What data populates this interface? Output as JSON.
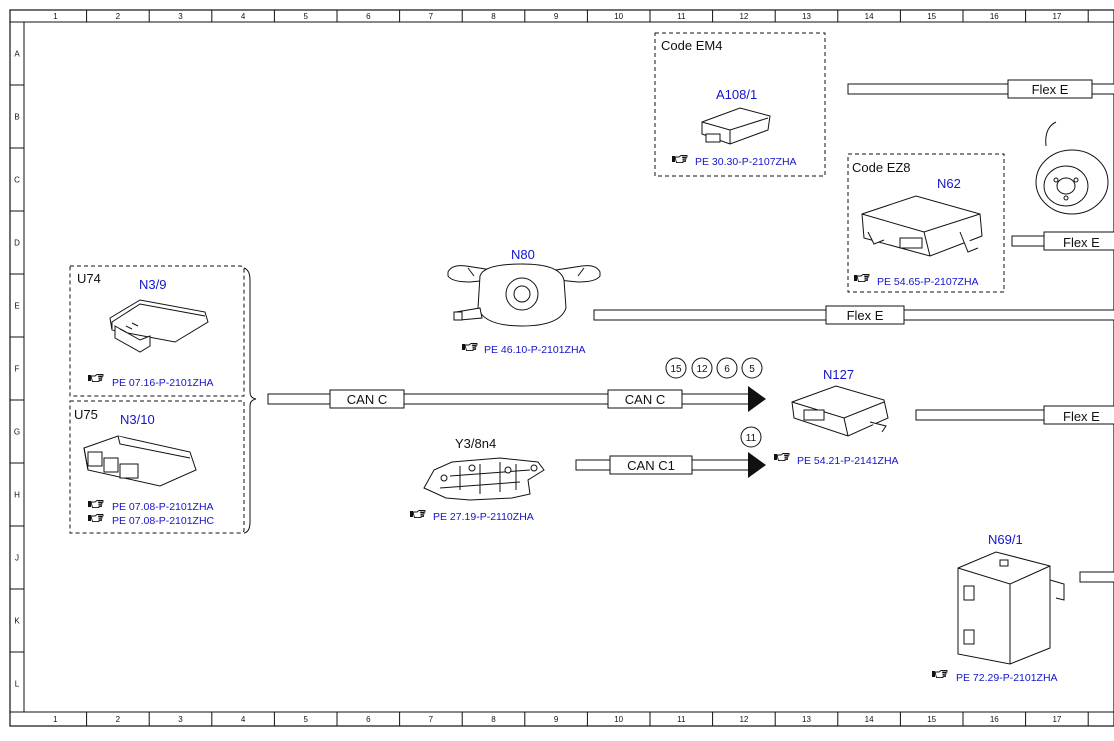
{
  "grid": {
    "columns": [
      "1",
      "2",
      "3",
      "4",
      "5",
      "6",
      "7",
      "8",
      "9",
      "10",
      "11",
      "12",
      "13",
      "14",
      "15",
      "16",
      "17"
    ],
    "rows": [
      "A",
      "B",
      "C",
      "D",
      "E",
      "F",
      "G",
      "H",
      "J",
      "K",
      "L"
    ]
  },
  "groups": {
    "u74": {
      "label": "U74"
    },
    "u75": {
      "label": "U75"
    },
    "em4": {
      "label": "Code EM4"
    },
    "ez8": {
      "label": "Code EZ8"
    }
  },
  "components": {
    "n3_9": {
      "label": "N3/9",
      "refs": [
        "PE 07.16-P-2101ZHA"
      ]
    },
    "n3_10": {
      "label": "N3/10",
      "refs": [
        "PE 07.08-P-2101ZHA",
        "PE 07.08-P-2101ZHC"
      ]
    },
    "n80": {
      "label": "N80",
      "refs": [
        "PE 46.10-P-2101ZHA"
      ]
    },
    "y3_8n4": {
      "label": "Y3/8n4",
      "refs": [
        "PE 27.19-P-2110ZHA"
      ]
    },
    "a108_1": {
      "label": "A108/1",
      "refs": [
        "PE 30.30-P-2107ZHA"
      ]
    },
    "n62": {
      "label": "N62",
      "refs": [
        "PE 54.65-P-2107ZHA"
      ]
    },
    "n127": {
      "label": "N127",
      "refs": [
        "PE 54.21-P-2141ZHA"
      ]
    },
    "n69_1": {
      "label": "N69/1",
      "refs": [
        "PE 72.29-P-2101ZHA"
      ]
    }
  },
  "buses": {
    "can_c_left": "CAN C",
    "can_c_right": "CAN C",
    "can_c1": "CAN C1",
    "flex_top": "Flex E",
    "flex_mid": "Flex E",
    "flex_right": "Flex E",
    "flex_n127": "Flex E"
  },
  "markers": {
    "can_c": [
      "15",
      "12",
      "6",
      "5"
    ],
    "can_c1": [
      "11"
    ]
  },
  "icons": [
    "pointing-hand-icon",
    "control-unit-icon",
    "steering-column-module-icon",
    "brake-disc-icon",
    "valve-body-icon"
  ]
}
